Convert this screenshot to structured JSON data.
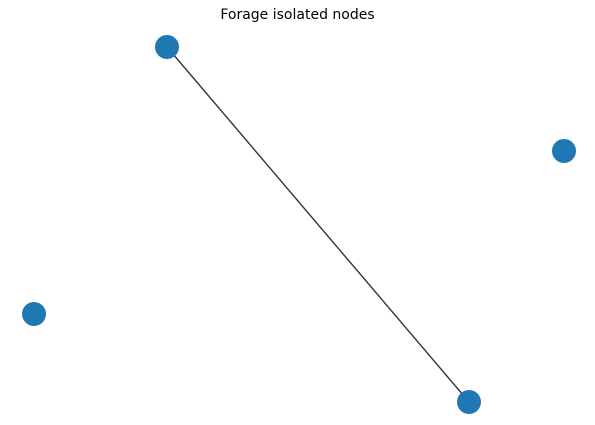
{
  "title": "Forage isolated nodes",
  "colors": {
    "node_fill": "#1f77b4",
    "edge_stroke": "#333333",
    "background": "#ffffff"
  },
  "graph": {
    "nodes": [
      {
        "id": "node-1"
      },
      {
        "id": "node-2"
      },
      {
        "id": "node-3"
      },
      {
        "id": "node-4"
      }
    ],
    "edges": [
      {
        "source": "node-1",
        "target": "node-4"
      }
    ]
  }
}
